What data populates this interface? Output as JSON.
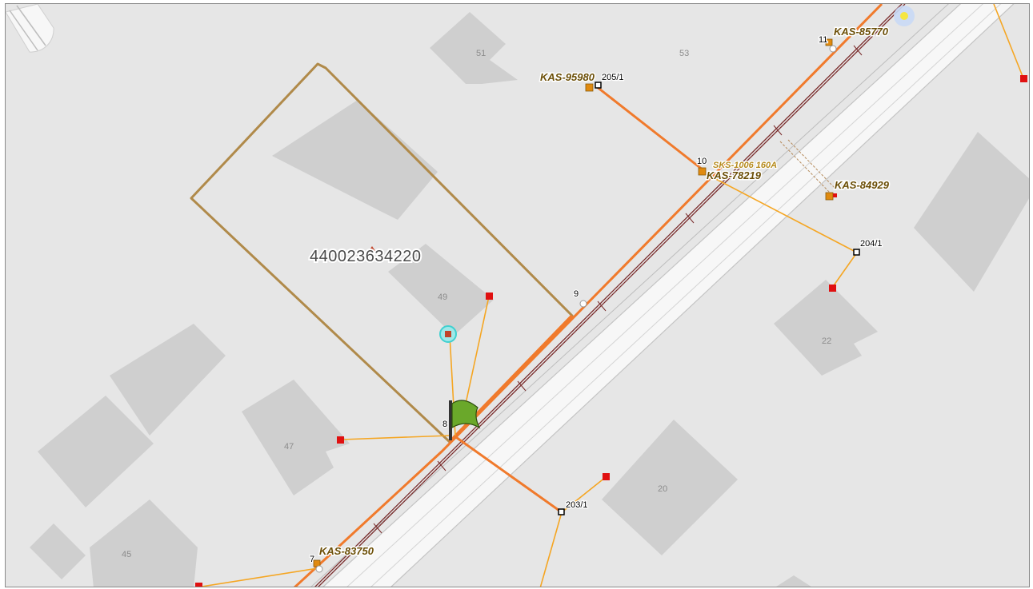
{
  "colors": {
    "background": "#e6e6e6",
    "building": "#cfcfcf",
    "road": "#f7f7f7",
    "road_edge": "#bdbdbd",
    "parcel_outline": "#b08a4a",
    "main_line": "#f07a2c",
    "service_line": "#f5a623",
    "cable": "#7a2d2d",
    "meter": "#e01010",
    "cabinet": "#e08a10",
    "label_dark": "#6b4e06",
    "selection": "#40d0d0",
    "flag": "#6aa82a"
  },
  "parcel": {
    "id": "440023634220"
  },
  "house_numbers": [
    "51",
    "53",
    "49",
    "47",
    "45",
    "22",
    "20"
  ],
  "pole_numbers": [
    "11",
    "10",
    "9",
    "8",
    "7"
  ],
  "junction_labels": [
    "205/1",
    "204/1",
    "203/1"
  ],
  "cabinets": {
    "kas_85770": "KAS-85770",
    "kas_95980": "KAS-95980",
    "kas_78219": "KAS-78219",
    "kas_84929": "KAS-84929",
    "kas_83750": "KAS-83750"
  },
  "substation": {
    "label": "SKS-1006 160A"
  },
  "icons": {
    "flag": "green-flag-icon",
    "selection": "selection-circle-icon",
    "sun": "sun-marker-icon"
  }
}
